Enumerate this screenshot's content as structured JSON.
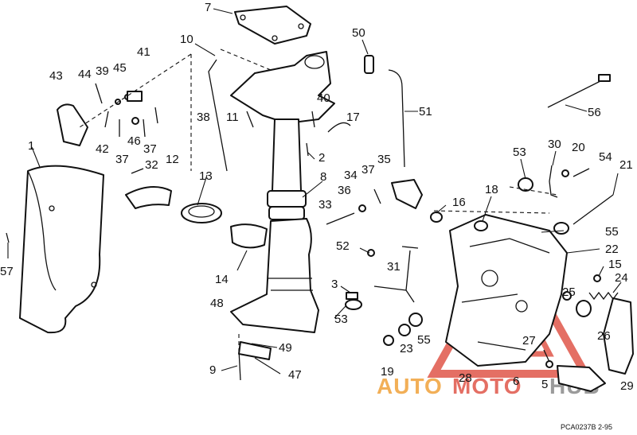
{
  "labels": {
    "p1": "1",
    "p2": "2",
    "p3": "3",
    "p5": "5",
    "p6": "6",
    "p7": "7",
    "p8": "8",
    "p9": "9",
    "p10": "10",
    "p11": "11",
    "p12": "12",
    "p13": "13",
    "p14": "14",
    "p15": "15",
    "p16": "16",
    "p17": "17",
    "p18": "18",
    "p19": "19",
    "p20": "20",
    "p21": "21",
    "p22": "22",
    "p23": "23",
    "p24": "24",
    "p25": "25",
    "p26": "26",
    "p27": "27",
    "p28": "28",
    "p29": "29",
    "p30": "30",
    "p31": "31",
    "p32": "32",
    "p33": "33",
    "p34": "34",
    "p35": "35",
    "p36": "36",
    "p37a": "37",
    "p37b": "37",
    "p37c": "37",
    "p38": "38",
    "p39": "39",
    "p40": "40",
    "p41": "41",
    "p42": "42",
    "p43": "43",
    "p44": "44",
    "p45": "45",
    "p46": "46",
    "p47": "47",
    "p48": "48",
    "p49": "49",
    "p50": "50",
    "p51": "51",
    "p52": "52",
    "p53a": "53",
    "p53b": "53",
    "p54": "54",
    "p55a": "55",
    "p55b": "55",
    "p56": "56",
    "p57": "57"
  },
  "drawing_code": "PCA0237B   2-95",
  "watermark": {
    "part1": "AUTO",
    "part2": "MOTO",
    "part3": "HUB",
    "colors": {
      "orange": "#f0a23a",
      "red": "#e0574a",
      "gray": "#8a8a8a"
    }
  }
}
